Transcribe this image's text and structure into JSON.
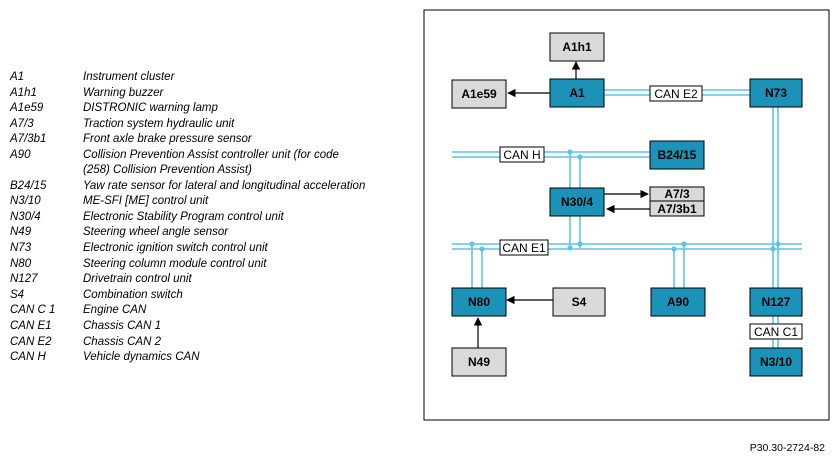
{
  "legend": [
    {
      "code": "A1",
      "desc": "Instrument cluster"
    },
    {
      "code": "A1h1",
      "desc": "Warning buzzer"
    },
    {
      "code": "A1e59",
      "desc": "DISTRONIC warning lamp"
    },
    {
      "code": "A7/3",
      "desc": "Traction system hydraulic unit"
    },
    {
      "code": "A7/3b1",
      "desc": "Front axle brake pressure sensor"
    },
    {
      "code": "A90",
      "desc": "Collision Prevention Assist controller unit (for code\n(258) Collision Prevention Assist)"
    },
    {
      "code": "B24/15",
      "desc": "Yaw rate sensor for lateral and longitudinal acceleration"
    },
    {
      "code": "N3/10",
      "desc": "ME-SFI [ME] control unit"
    },
    {
      "code": "N30/4",
      "desc": "Electronic Stability Program control unit"
    },
    {
      "code": "N49",
      "desc": "Steering wheel angle sensor"
    },
    {
      "code": "N73",
      "desc": "Electronic ignition switch control unit"
    },
    {
      "code": "N80",
      "desc": "Steering column module control unit"
    },
    {
      "code": "N127",
      "desc": "Drivetrain control unit"
    },
    {
      "code": "S4",
      "desc": "Combination switch"
    },
    {
      "code": "CAN C 1",
      "desc": "Engine CAN"
    },
    {
      "code": "CAN E1",
      "desc": "Chassis CAN 1"
    },
    {
      "code": "CAN E2",
      "desc": "Chassis CAN 2"
    },
    {
      "code": "CAN H",
      "desc": "Vehicle dynamics CAN"
    }
  ],
  "reference": "P30.30-2724-82",
  "colors": {
    "blue_module": "#1b93b9",
    "grey_module": "#d9d9d9",
    "bus_line": "#5ec4e6",
    "outline": "#000000"
  },
  "modules": {
    "a1h1": "A1h1",
    "a1e59": "A1e59",
    "a1": "A1",
    "n73": "N73",
    "b2415": "B24/15",
    "n304": "N30/4",
    "a73": "A7/3",
    "a73b1": "A7/3b1",
    "n80": "N80",
    "s4": "S4",
    "a90": "A90",
    "n127": "N127",
    "n49": "N49",
    "n310": "N3/10"
  },
  "buses": {
    "can_e2": "CAN E2",
    "can_h": "CAN H",
    "can_e1": "CAN E1",
    "can_c1": "CAN C1"
  }
}
